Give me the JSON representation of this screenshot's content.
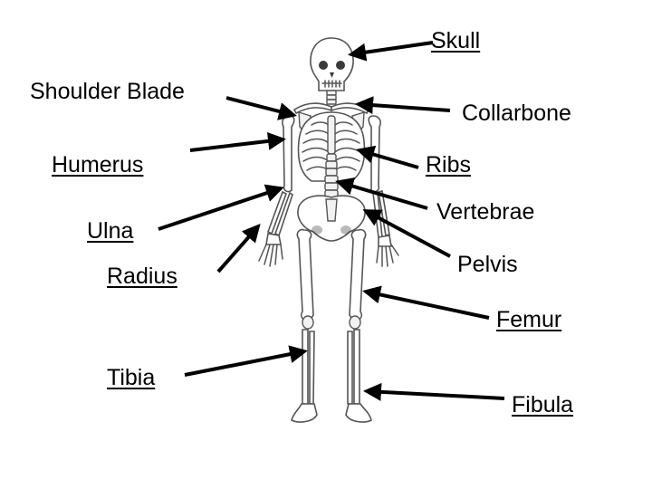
{
  "labels": {
    "skull": "Skull",
    "shoulder_blade": "Shoulder Blade",
    "collarbone": "Collarbone",
    "humerus": "Humerus",
    "ribs": "Ribs",
    "ulna": "Ulna",
    "vertebrae": "Vertebrae",
    "radius": "Radius",
    "pelvis": "Pelvis",
    "femur": "Femur",
    "tibia": "Tibia",
    "fibula": "Fibula"
  },
  "colors": {
    "text": "#000000",
    "arrow": "#000000",
    "bone_outline": "#555555",
    "background": "#ffffff"
  }
}
